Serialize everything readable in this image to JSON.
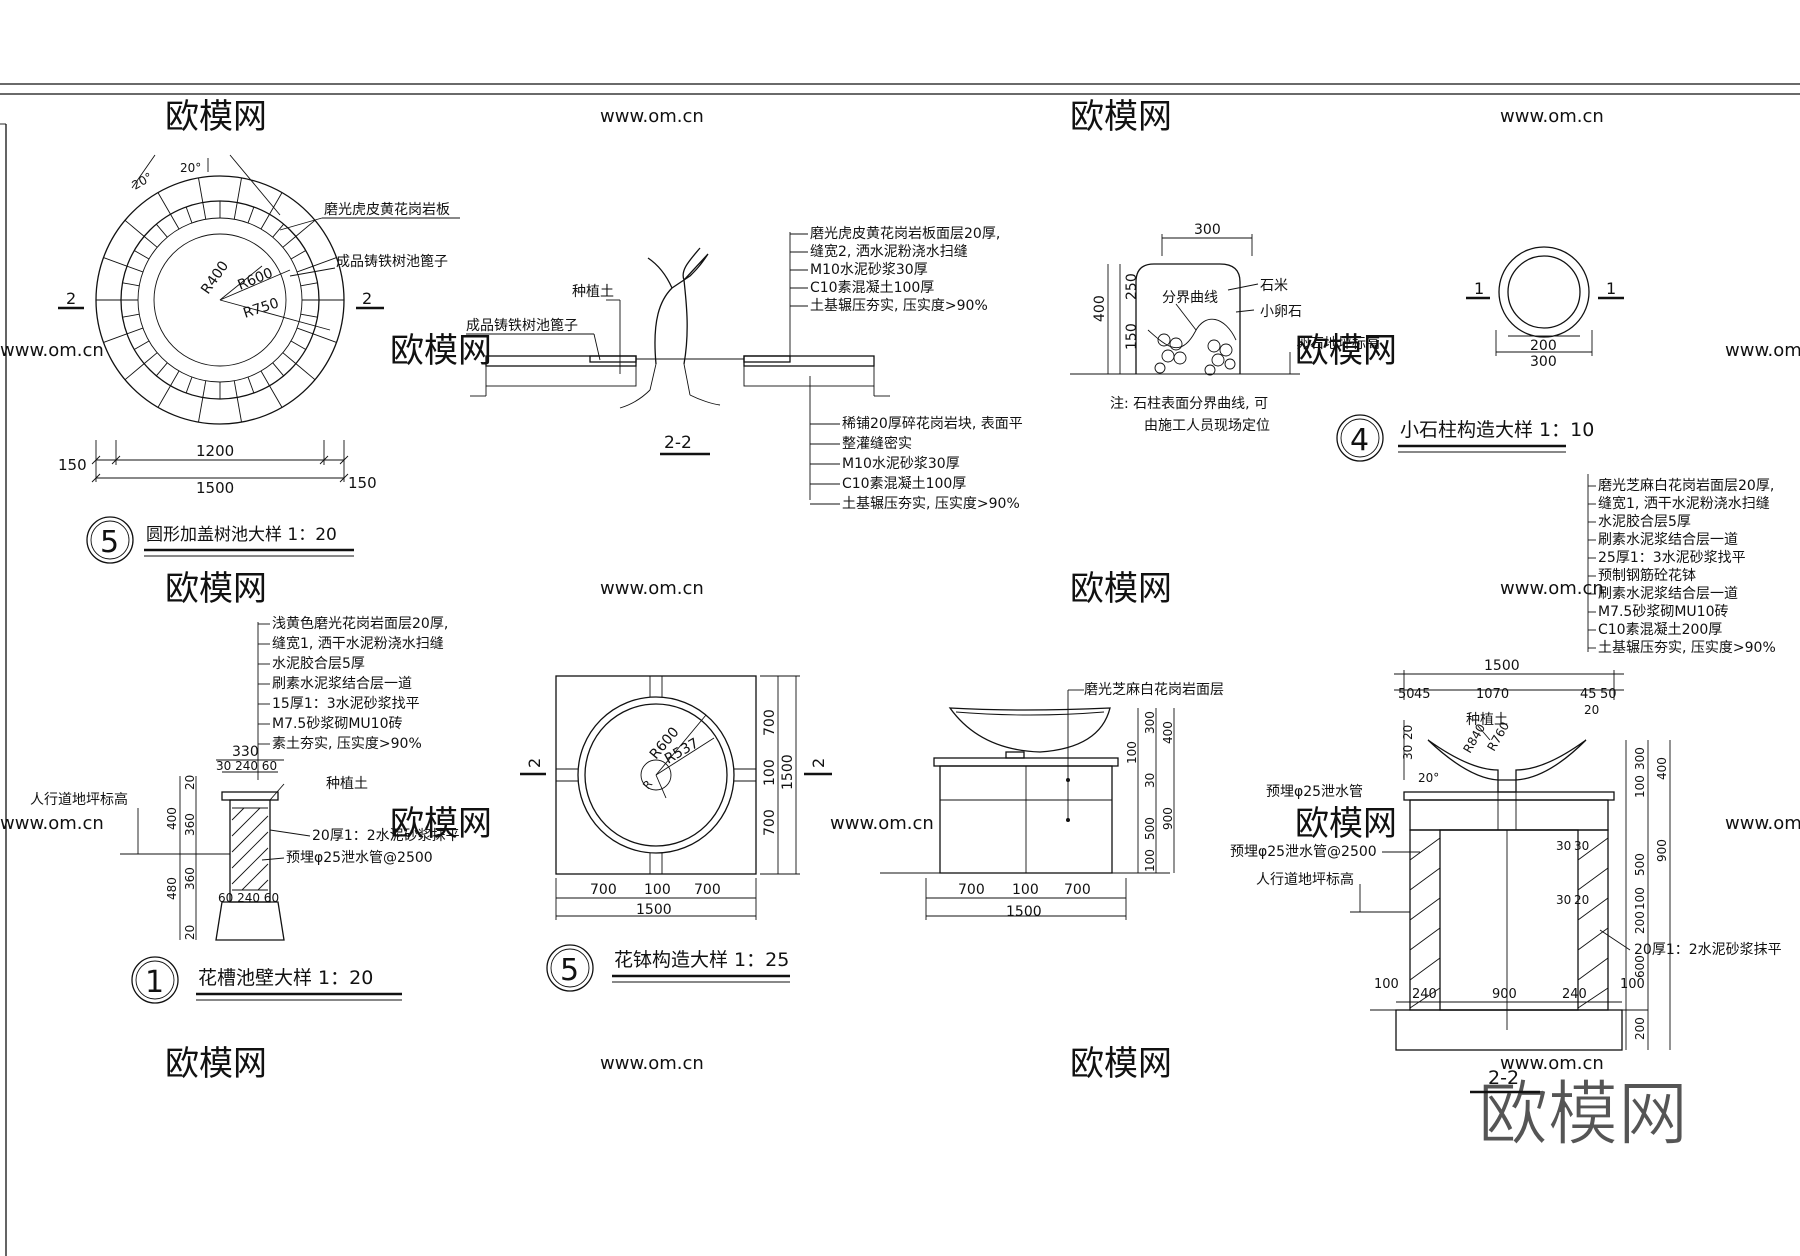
{
  "watermark": {
    "brand": "欧模网",
    "url": "www.om.cn"
  },
  "tree_pit_plan": {
    "angle_top": "20°",
    "angle_left": "20°",
    "r_inner": "R400",
    "r_grate": "R600",
    "r_outer": "R750",
    "label_stone": "磨光虎皮黄花岗岩板",
    "label_grate": "成品铸铁树池篦子",
    "section_mark": "2",
    "dim_left": "150",
    "dim_mid": "1200",
    "dim_right": "150",
    "dim_total": "1500",
    "title_no": "5",
    "title": "圆形加盖树池大样 1：20"
  },
  "tree_pit_section": {
    "label_soil": "种植土",
    "label_grate": "成品铸铁树池篦子",
    "title": "2-2",
    "notes_top": [
      "磨光虎皮黄花岗岩板面层20厚,",
      "缝宽2, 洒水泥粉浇水扫缝",
      "M10水泥砂浆30厚",
      "C10素混凝土100厚",
      "土基辗压夯实, 压实度>90%"
    ],
    "notes_bottom": [
      "稀铺20厚碎花岗岩块, 表面平",
      "整灌缝密实",
      "M10水泥砂浆30厚",
      "C10素混凝土100厚",
      "土基辗压夯实, 压实度>90%"
    ]
  },
  "stone_column": {
    "dim_top": "300",
    "dim_h_total": "400",
    "dim_h_upper": "250",
    "dim_h_lower": "150",
    "label_rice": "石米",
    "label_curve": "分界曲线",
    "label_pebble": "小卵石",
    "label_ground": "卵石地坪标高",
    "note": [
      "注: 石柱表面分界曲线, 可",
      "由施工人员现场定位"
    ],
    "plan_mark": "1",
    "plan_dim_inner": "200",
    "plan_dim_outer": "300",
    "title_no": "4",
    "title": "小石柱构造大样 1：10"
  },
  "planter_wall": {
    "notes": [
      "浅黄色磨光花岗岩面层20厚,",
      "缝宽1, 洒干水泥粉浇水扫缝",
      "水泥胶合层5厚",
      "刷素水泥浆结合层一道",
      "15厚1：3水泥砂浆找平",
      "M7.5砂浆砌MU10砖",
      "素土夯实, 压实度>90%"
    ],
    "dim_top": "330",
    "dim_top_parts": "30 240 60",
    "dim_left": [
      "20",
      "360",
      "400",
      "360",
      "480",
      "20"
    ],
    "dim_bottom": "60 240 60",
    "label_soil": "种植土",
    "label_walk": "人行道地坪标高",
    "label_plaster": "20厚1：2水泥砂浆抹平",
    "label_pipe": "预埋φ25泄水管@2500",
    "title_no": "1",
    "title": "花槽池壁大样 1：20"
  },
  "bowl_plan": {
    "r_outer": "R600",
    "r_mid": "R537",
    "r_small": "R",
    "section_mark": "2",
    "dims_bottom": [
      "700",
      "100",
      "700"
    ],
    "dim_total": "1500",
    "dims_right": [
      "700",
      "100",
      "700"
    ],
    "dim_right_total": "1500",
    "title_no": "5",
    "title": "花钵构造大样 1：25"
  },
  "bowl_elevation": {
    "label": "磨光芝麻白花岗岩面层",
    "dims_bottom": [
      "700",
      "100",
      "700"
    ],
    "dim_total": "1500",
    "dims_right": [
      "300",
      "400",
      "100",
      "30",
      "500",
      "900",
      "100"
    ]
  },
  "bowl_section": {
    "notes": [
      "磨光芝麻白花岗岩面层20厚,",
      "缝宽1, 洒干水泥粉浇水扫缝",
      "水泥胶合层5厚",
      "刷素水泥浆结合层一道",
      "25厚1：3水泥砂浆找平",
      "预制钢筋砼花钵",
      "刷素水泥浆结合层一道",
      "M7.5砂浆砌MU10砖",
      "C10素混凝土200厚",
      "土基辗压夯实, 压实度>90%"
    ],
    "dim_total": "1500",
    "dims_top": [
      "50",
      "45",
      "1070",
      "45",
      "50"
    ],
    "dim_top_small": "20",
    "label_soil": "种植土",
    "r_a": "R840",
    "r_b": "R760",
    "angle": "20°",
    "dims_left": [
      "30",
      "20"
    ],
    "label_pipe1": "预埋φ25泄水管",
    "label_pipe2": "预埋φ25泄水管@2500",
    "label_walk": "人行道地坪标高",
    "label_plaster": "20厚1：2水泥砂浆抹平",
    "dims_bottom": [
      "100",
      "240",
      "900",
      "240",
      "100"
    ],
    "dims_right": [
      "300",
      "400",
      "100",
      "500",
      "900",
      "100",
      "200",
      "600",
      "200"
    ],
    "dims_inner": [
      "30",
      "30",
      "30",
      "20"
    ],
    "title": "2-2"
  }
}
